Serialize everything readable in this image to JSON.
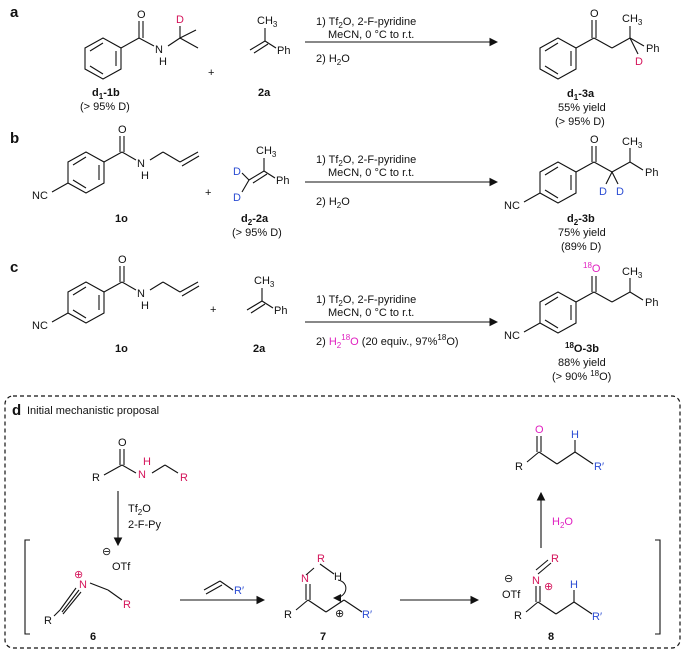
{
  "panels": {
    "a": {
      "label": "a",
      "reactant1": {
        "name_main": "d",
        "name_sub": "1",
        "name_rest": "-1b",
        "purity": "(> 95% D)",
        "atom_D": "D",
        "atom_O": "O",
        "atom_N": "N",
        "atom_H": "H"
      },
      "plus": "+",
      "reactant2": {
        "name": "2a",
        "ch3": "CH",
        "ch3_sub": "3",
        "ph": "Ph"
      },
      "conditions": {
        "step1": "1) Tf",
        "step1_sub": "2",
        "step1_rest": "O, 2-F-pyridine",
        "step1_line2": "MeCN, 0 °C to r.t.",
        "step2": "2) H",
        "step2_sub": "2",
        "step2_rest": "O"
      },
      "product": {
        "name_main": "d",
        "name_sub": "1",
        "name_rest": "-3a",
        "yield": "55% yield",
        "purity": "(> 95% D)",
        "atom_O": "O",
        "atom_D": "D",
        "ch3": "CH",
        "ch3_sub": "3",
        "ph": "Ph"
      }
    },
    "b": {
      "label": "b",
      "reactant1": {
        "name": "1o",
        "nc": "NC",
        "atom_O": "O",
        "atom_N": "N",
        "atom_H": "H"
      },
      "plus": "+",
      "reactant2": {
        "name_main": "d",
        "name_sub": "2",
        "name_rest": "-2a",
        "purity": "(> 95% D)",
        "atom_D1": "D",
        "atom_D2": "D",
        "ch3": "CH",
        "ch3_sub": "3",
        "ph": "Ph"
      },
      "conditions": {
        "step1": "1) Tf",
        "step1_sub": "2",
        "step1_rest": "O, 2-F-pyridine",
        "step1_line2": "MeCN, 0 °C to r.t.",
        "step2": "2) H",
        "step2_sub": "2",
        "step2_rest": "O"
      },
      "product": {
        "name_main": "d",
        "name_sub": "2",
        "name_rest": "-3b",
        "yield": "75% yield",
        "purity": "(89% D)",
        "nc": "NC",
        "atom_O": "O",
        "atom_D1": "D",
        "atom_D2": "D",
        "ch3": "CH",
        "ch3_sub": "3",
        "ph": "Ph"
      }
    },
    "c": {
      "label": "c",
      "reactant1": {
        "name": "1o",
        "nc": "NC",
        "atom_O": "O",
        "atom_N": "N",
        "atom_H": "H"
      },
      "plus": "+",
      "reactant2": {
        "name": "2a",
        "ch3": "CH",
        "ch3_sub": "3",
        "ph": "Ph"
      },
      "conditions": {
        "step1": "1) Tf",
        "step1_sub": "2",
        "step1_rest": "O, 2-F-pyridine",
        "step1_line2": "MeCN, 0 °C to r.t.",
        "step2_prefix": "2) ",
        "step2_h": "H",
        "step2_sub": "2",
        "step2_sup": "18",
        "step2_o": "O",
        "step2_rest": " (20 equiv., 97%",
        "step2_sup2": "18",
        "step2_end": "O)"
      },
      "product": {
        "name_sup": "18",
        "name_rest": "O-3b",
        "yield": "88% yield",
        "purity_a": "(> 90% ",
        "purity_sup": "18",
        "purity_b": "O)",
        "nc": "NC",
        "atom_sup": "18",
        "atom_O": "O",
        "ch3": "CH",
        "ch3_sub": "3",
        "ph": "Ph"
      }
    },
    "d": {
      "label": "d",
      "title": "Initial mechanistic proposal",
      "start": {
        "r1": "R",
        "o": "O",
        "n": "N",
        "h": "H",
        "r2": "R"
      },
      "reagent1": "Tf",
      "reagent1_sub": "2",
      "reagent1_rest": "O",
      "reagent2": "2-F-Py",
      "int6": {
        "name": "6",
        "minus": "⊖",
        "otf": "OTf",
        "plus": "⊕",
        "n": "N",
        "r1": "R",
        "r2": "R"
      },
      "alkene": {
        "r": "R′"
      },
      "int7": {
        "name": "7",
        "n": "N",
        "r1": "R",
        "h": "H",
        "r2": "R",
        "plus": "⊕",
        "r3": "R′"
      },
      "int8": {
        "name": "8",
        "minus": "⊖",
        "otf": "OTf",
        "n": "N",
        "plus": "⊕",
        "r1": "R",
        "h": "H",
        "r2": "R",
        "r3": "R′"
      },
      "water": "H",
      "water_sub": "2",
      "water_rest": "O",
      "product": {
        "o": "O",
        "h": "H",
        "r1": "R",
        "r2": "R′"
      }
    }
  },
  "colors": {
    "red": "#d4145a",
    "blue": "#2b4cd3",
    "magenta": "#e020c0",
    "black": "#111111"
  }
}
